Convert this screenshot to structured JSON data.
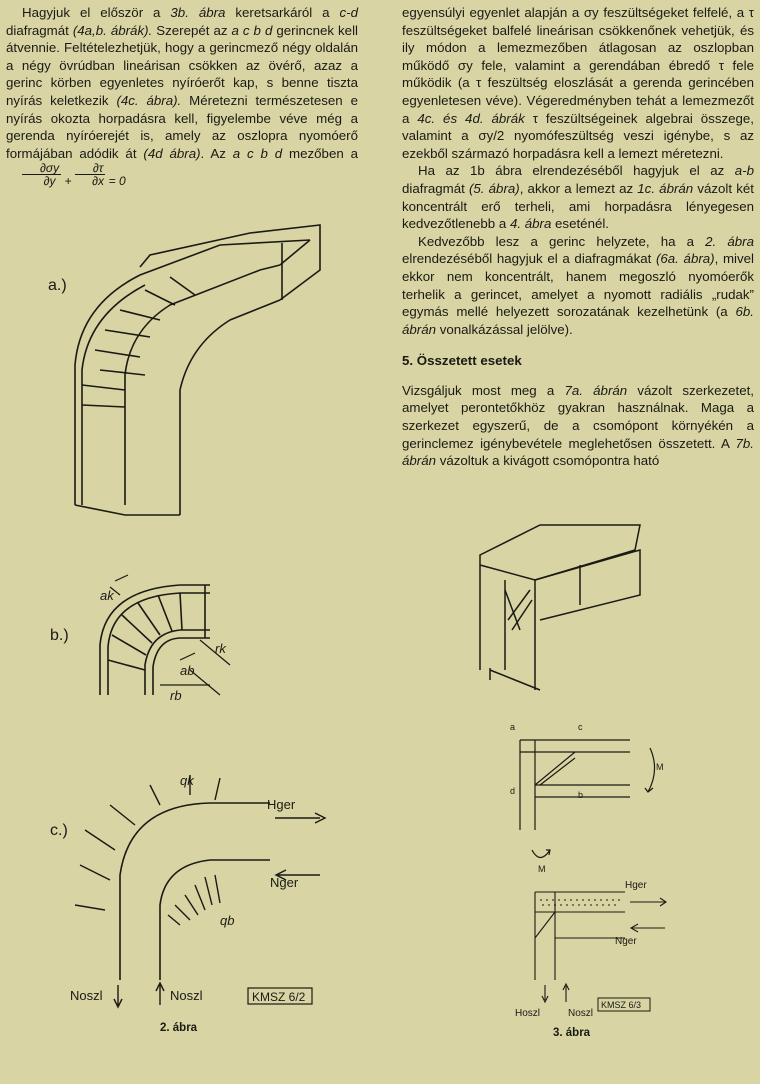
{
  "left_text": {
    "p1_a": "Hagyjuk el először a ",
    "p1_a_it": "3b. ábra",
    "p1_b": " keretsarkáról a ",
    "p1_b_it": "c-d",
    "p1_c": " diafragmát ",
    "p1_c_it": "(4a,b. ábrák).",
    "p1_d": " Szerepét az ",
    "p1_d_it": "a c b d",
    "p1_e": " gerincnek kell átvennie. Feltételezhetjük, hogy a gerincmező négy oldalán a négy övrúdban lineárisan csökken az övérő, azaz a gerinc körben egyenletes nyíróerőt kap, s benne tiszta nyírás keletkezik ",
    "p1_e_it": "(4c. ábra).",
    "p1_f": " Méretezni természetesen e nyírás okozta horpadásra kell, figyelembe véve még a gerenda nyíróerejét is, amely az oszlopra nyomóerő formájában adódik át ",
    "p1_f_it": "(4d ábra)",
    "p1_g": ". Az ",
    "p1_g_it": "a c b d",
    "p1_h": " mezőben a",
    "formula_num1": "∂σy",
    "formula_den1": "∂y",
    "formula_plus": "+",
    "formula_num2": "∂τ",
    "formula_den2": "∂x",
    "formula_eq": "= 0"
  },
  "right_text": {
    "r1": "egyensúlyi egyenlet alapján a σy feszültségeket felfelé, a τ feszültségeket balfelé lineárisan csökkenőnek vehetjük, és ily módon a lemezmezőben átlagosan az oszlopban működő σy fele, valamint a gerendában ébredő τ fele működik (a τ feszültség eloszlását a gerenda gerincében egyenletesen véve). Végeredményben tehát a lemezmezőt a ",
    "r1_it": "4c. és 4d. ábrák",
    "r1_b": " τ feszültségeinek algebrai összege, valamint a σy/2 nyomófeszültség veszi igénybe, s az ezekből származó horpadásra kell a lemezt méretezni.",
    "r2": "Ha az 1b ábra elrendezéséből hagyjuk el az ",
    "r2_it": "a-b",
    "r2_b": " diafragmát ",
    "r2_b_it": "(5. ábra)",
    "r2_c": ", akkor a lemezt az ",
    "r2_c_it": "1c. ábrán",
    "r2_d": " vázolt két koncentrált erő terheli, ami horpadásra lényegesen kedvezőtlenebb a ",
    "r2_d_it": "4. ábra",
    "r2_e": " eseténél.",
    "r3": "Kedvezőbb lesz a gerinc helyzete, ha a ",
    "r3_it": "2. ábra",
    "r3_b": " elrendezéséből hagyjuk el a diafragmákat ",
    "r3_b_it": "(6a. ábra)",
    "r3_c": ", mivel ekkor nem koncentrált, hanem megoszló nyomóerők terhelik a gerincet, amelyet a nyomott radiális „rudak” egymás mellé helyezett sorozatának kezelhetünk (a ",
    "r3_c_it": "6b. ábrán",
    "r3_d": " vonalkázással jelölve).",
    "heading": "5.  Összetett esetek",
    "r4": "Vizsgáljuk most meg a ",
    "r4_it": "7a. ábrán",
    "r4_b": " vázolt szerkezetet, amelyet perontetőkhöz gyakran használnak. Maga a szerkezet egyszerű, de a csomópont környékén a gerinclemez igénybevétele meglehetősen összetett. A ",
    "r4_b_it": "7b. ábrán",
    "r4_c": " vázoltuk a kivágott csomópontra ható"
  },
  "fig2": {
    "label_a": "a.)",
    "label_b": "b.)",
    "label_c": "c.)",
    "ak": "ak",
    "ab": "ab",
    "rk": "rk",
    "rb": "rb",
    "qk": "qk",
    "qb": "qb",
    "hger": "Hger",
    "nger": "Nger",
    "noszl1": "Noszl",
    "noszl2": "Noszl",
    "stamp": "KMSZ 6/2",
    "caption": "2. ábra"
  },
  "fig3": {
    "a": "a",
    "c": "c",
    "d": "d",
    "b": "b",
    "M1": "M",
    "M2": "M",
    "hger": "Hger",
    "nger": "Nger",
    "hoszl": "Hoszl",
    "noszl": "Noszl",
    "stamp": "KMSZ 6/3",
    "caption": "3. ábra"
  },
  "colors": {
    "paper": "#d8d4a4",
    "ink": "#1a1a14"
  }
}
